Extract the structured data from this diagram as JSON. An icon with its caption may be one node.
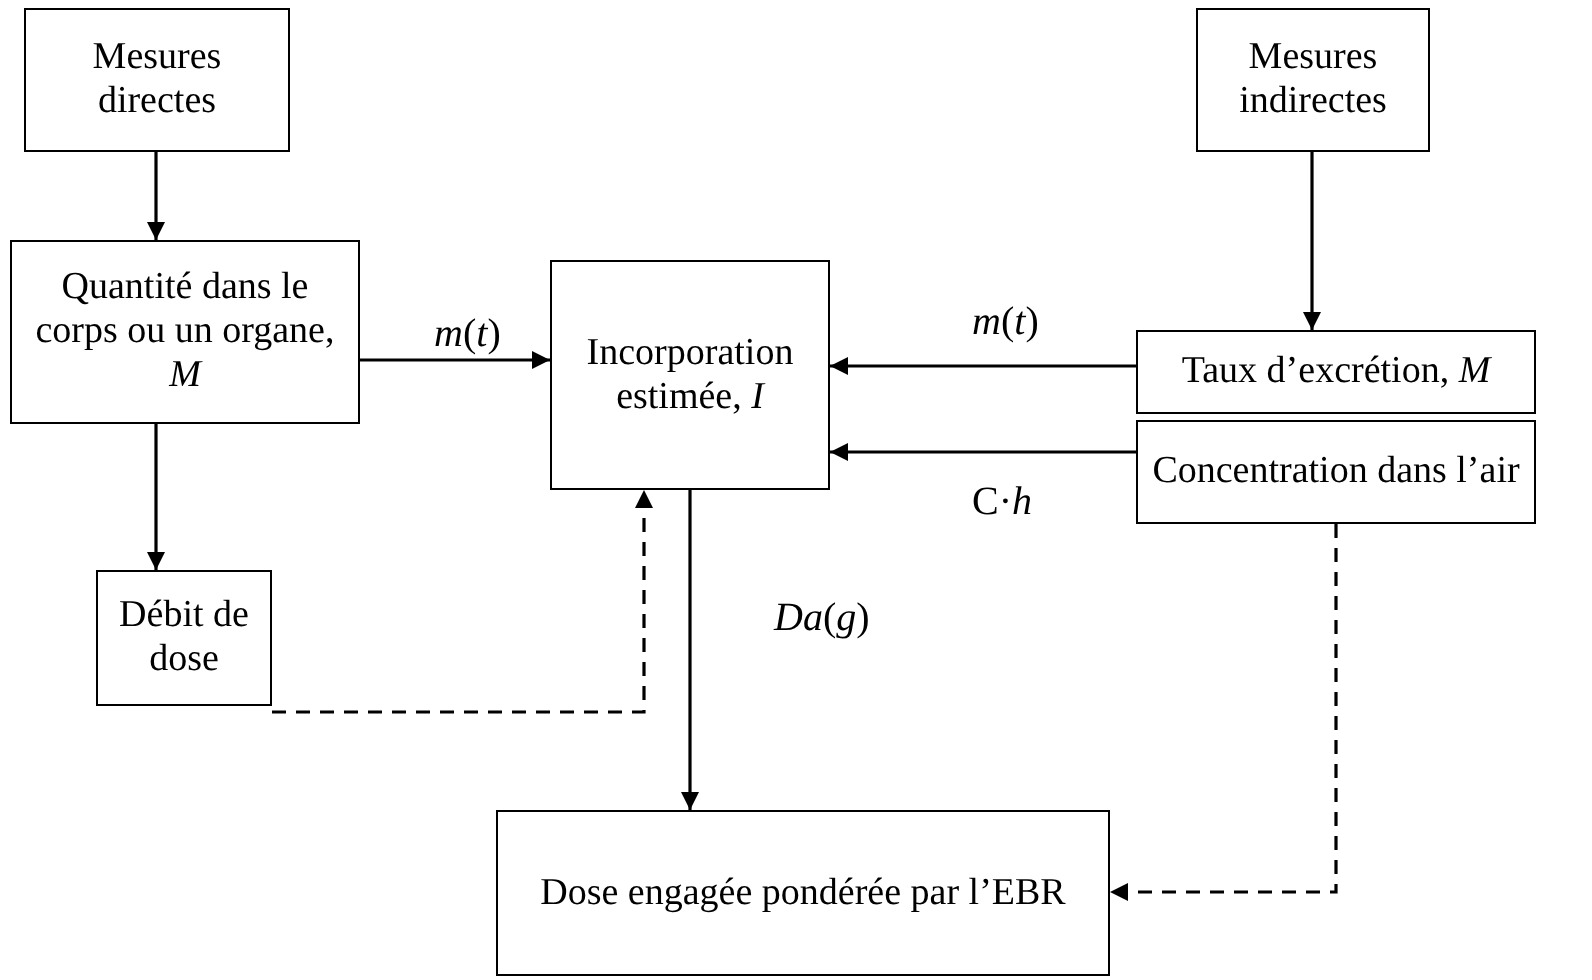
{
  "diagram": {
    "nodes": [
      {
        "text": [
          "Mesures directes"
        ]
      },
      {
        "text": [
          "Mesures indirectes"
        ]
      },
      {
        "text": [
          "Quantité dans le corps ou un organe, *M*"
        ]
      },
      {
        "text": [
          "Incorporation estimée, *I*"
        ]
      },
      {
        "text": [
          "Taux d’excrétion, *M*"
        ]
      },
      {
        "text": [
          "Concentration dans l’air"
        ]
      },
      {
        "text": [
          "Débit de dose"
        ]
      },
      {
        "text": [
          "Dose engagée pondérée par l’EBR"
        ]
      }
    ],
    "edges": [
      {
        "from": 0,
        "to": 2,
        "arrow": "to"
      },
      {
        "from": 1,
        "to": 4,
        "arrow": "to"
      },
      {
        "from": 2,
        "to": 3,
        "arrow": "to",
        "label": "*m*(*t*)"
      },
      {
        "from": 4,
        "to": 3,
        "arrow": "to",
        "label": "*m*(*t*)"
      },
      {
        "from": 5,
        "to": 3,
        "arrow": "to",
        "label": "C·*h*"
      },
      {
        "from": 2,
        "to": 6,
        "arrow": "to"
      },
      {
        "from": 6,
        "to": 3,
        "arrow": "to",
        "style": "dashed"
      },
      {
        "from": 3,
        "to": 7,
        "arrow": "to",
        "label": "*Da*(*g*)"
      },
      {
        "from": 5,
        "to": 7,
        "arrow": "to",
        "style": "dashed"
      }
    ]
  }
}
